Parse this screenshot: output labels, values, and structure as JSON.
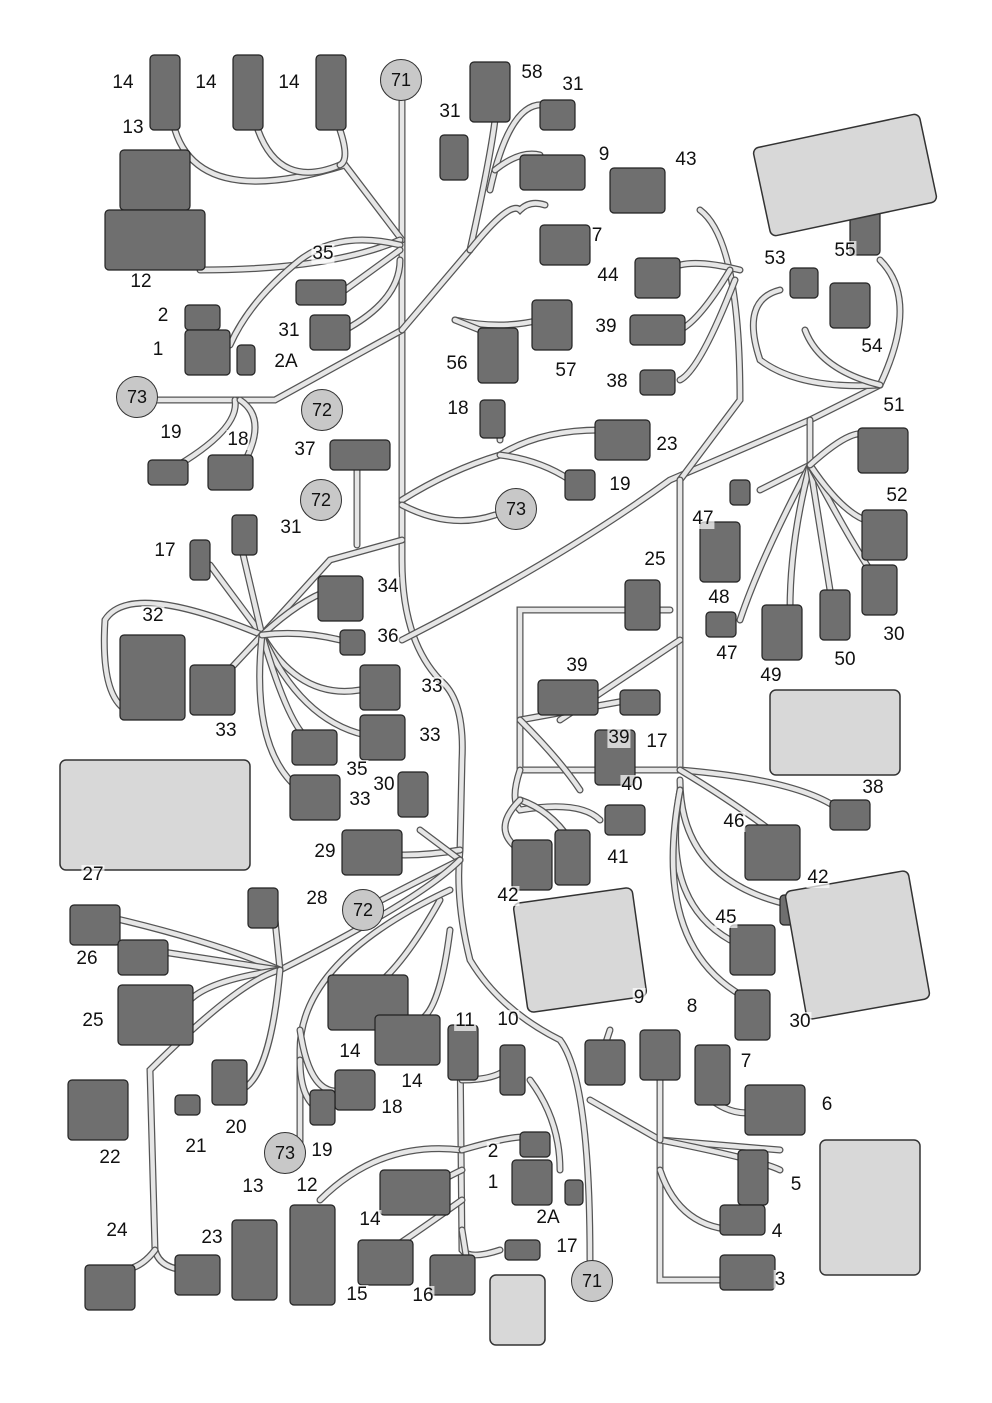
{
  "diagram": {
    "callouts": [
      "14",
      "14",
      "14",
      "58",
      "31",
      "31",
      "9",
      "43",
      "13",
      "12",
      "7",
      "35",
      "44",
      "53",
      "55",
      "2",
      "31",
      "39",
      "54",
      "1",
      "2A",
      "56",
      "57",
      "38",
      "18",
      "51",
      "19",
      "18",
      "37",
      "23",
      "19",
      "52",
      "47",
      "17",
      "31",
      "25",
      "48",
      "34",
      "32",
      "36",
      "47",
      "30",
      "49",
      "50",
      "39",
      "33",
      "33",
      "17",
      "39",
      "33",
      "35",
      "30",
      "33",
      "40",
      "38",
      "46",
      "29",
      "41",
      "27",
      "42",
      "28",
      "42",
      "45",
      "26",
      "25",
      "14",
      "14",
      "11",
      "10",
      "9",
      "8",
      "30",
      "7",
      "6",
      "18",
      "22",
      "21",
      "20",
      "19",
      "2",
      "13",
      "12",
      "1",
      "5",
      "2A",
      "14",
      "4",
      "24",
      "23",
      "17",
      "3",
      "15",
      "16"
    ],
    "reference_circles": [
      "71",
      "73",
      "72",
      "72",
      "73",
      "72",
      "73",
      "71"
    ],
    "colors": {
      "wire": "#e6e6e6",
      "wire_edge": "#555555",
      "part": "#6f6f6f",
      "part_light": "#d8d8d8",
      "circle": "#c8c8c8"
    }
  }
}
